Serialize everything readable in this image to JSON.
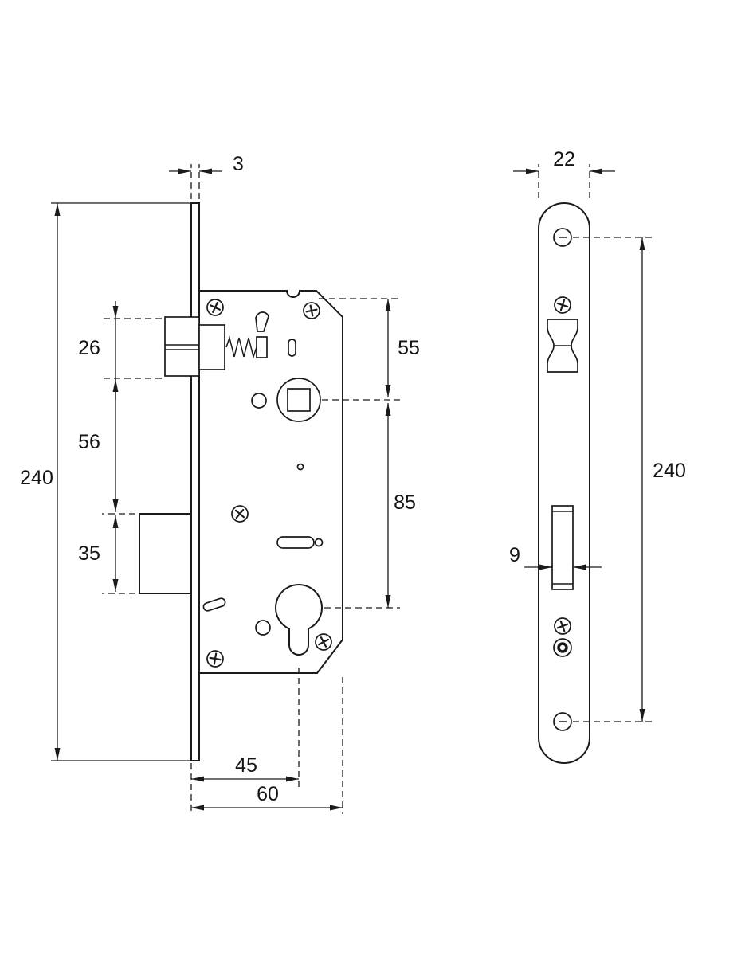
{
  "drawing": {
    "subject": "Mortise lock technical drawing",
    "views": {
      "lock_body": {
        "faceplate_thickness": "3",
        "faceplate_height": "240",
        "latch_height": "26",
        "latch_to_deadbolt": "56",
        "deadbolt_height": "35",
        "top_to_follower": "55",
        "follower_to_cylinder": "85",
        "backset": "45",
        "case_depth": "60"
      },
      "strike_plate": {
        "width": "22",
        "bolt_slot_width": "9",
        "hole_spacing": "240"
      }
    }
  }
}
